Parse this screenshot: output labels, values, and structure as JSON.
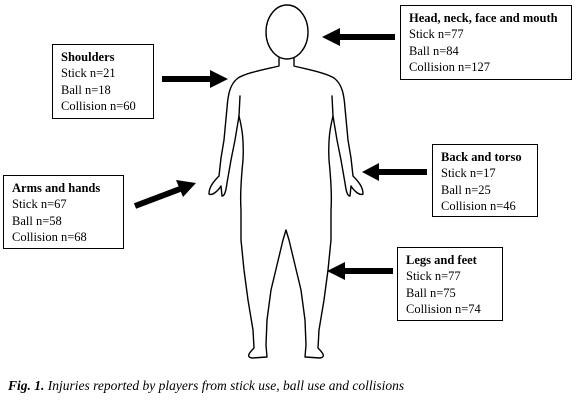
{
  "regions": {
    "head": {
      "title": "Head, neck, face and mouth",
      "stick": "Stick n=77",
      "ball": "Ball n=84",
      "collision": "Collision n=127"
    },
    "shoulders": {
      "title": "Shoulders",
      "stick": "Stick n=21",
      "ball": "Ball n=18",
      "collision": "Collision n=60"
    },
    "back": {
      "title": "Back and torso",
      "stick": "Stick  n=17",
      "ball": "Ball n=25",
      "collision": "Collision n=46"
    },
    "arms": {
      "title": "Arms and hands",
      "stick": "Stick n=67",
      "ball": "Ball n=58",
      "collision": "Collision n=68"
    },
    "legs": {
      "title": "Legs and feet",
      "stick": "Stick n=77",
      "ball": "Ball n=75",
      "collision": "Collision n=74"
    }
  },
  "caption": {
    "label": "Fig. 1.",
    "text": "Injuries reported by players from stick use, ball use and collisions"
  }
}
